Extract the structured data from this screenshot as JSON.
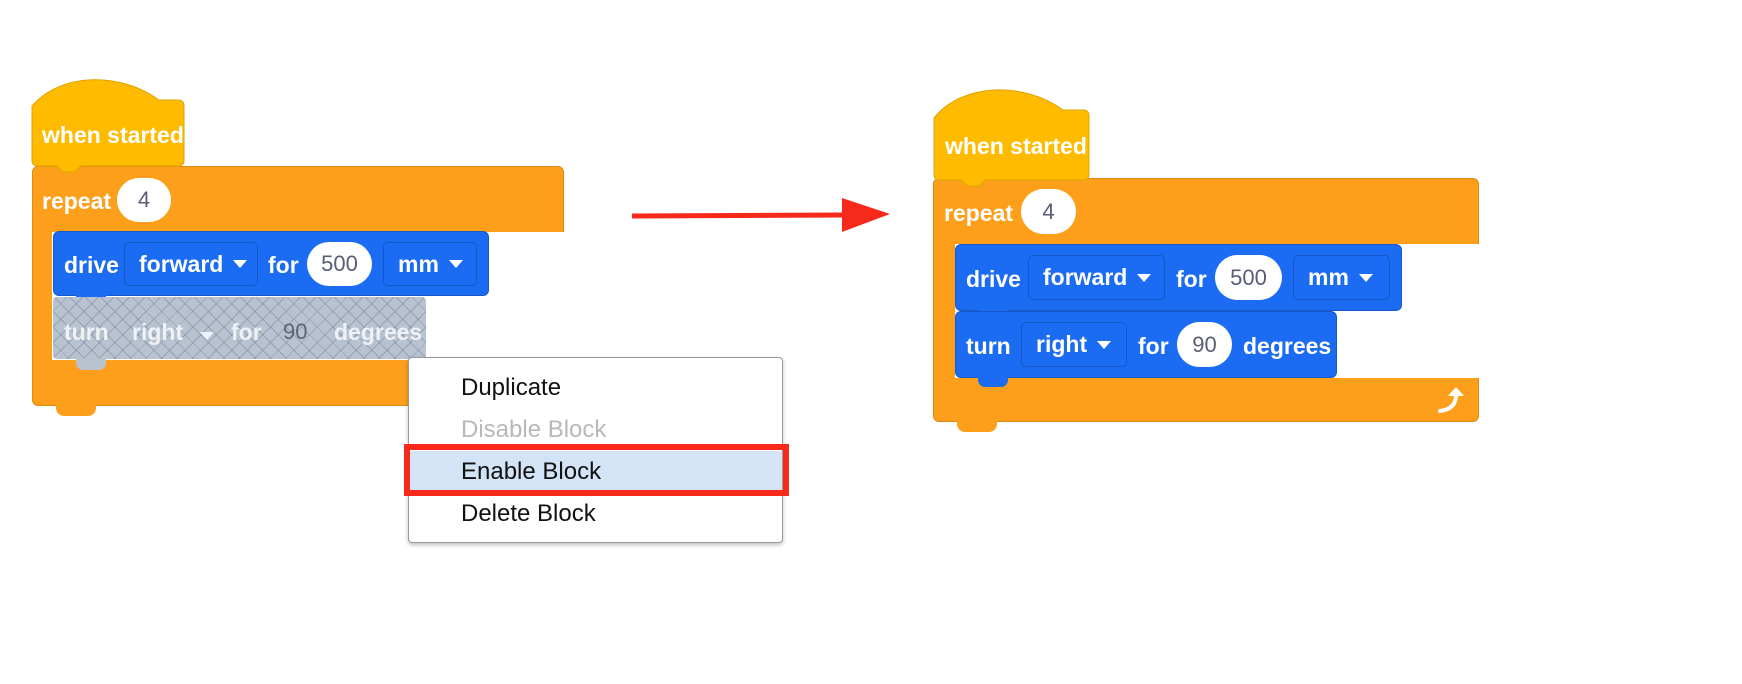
{
  "colors": {
    "event_yellow": "#ffbb00",
    "control_orange": "#fe9f1c",
    "drivetrain_blue": "#1b6cf2",
    "highlight_red": "#f6291a",
    "menu_highlight": "#d2e4f5"
  },
  "before": {
    "hat_label": "when started",
    "repeat_label": "repeat",
    "repeat_count": "4",
    "drive": {
      "label": "drive",
      "direction": "forward",
      "for_label": "for",
      "distance": "500",
      "unit": "mm"
    },
    "turn": {
      "label": "turn",
      "direction": "right",
      "for_label": "for",
      "angle": "90",
      "unit": "degrees",
      "state": "disabled"
    }
  },
  "context_menu": {
    "items": [
      {
        "label": "Duplicate",
        "enabled": true
      },
      {
        "label": "Disable Block",
        "enabled": false
      },
      {
        "label": "Enable Block",
        "enabled": true,
        "highlighted": true
      },
      {
        "label": "Delete Block",
        "enabled": true
      }
    ]
  },
  "arrow_icon": "right-arrow-icon",
  "after": {
    "hat_label": "when started",
    "repeat_label": "repeat",
    "repeat_count": "4",
    "drive": {
      "label": "drive",
      "direction": "forward",
      "for_label": "for",
      "distance": "500",
      "unit": "mm"
    },
    "turn": {
      "label": "turn",
      "direction": "right",
      "for_label": "for",
      "angle": "90",
      "unit": "degrees",
      "state": "enabled"
    },
    "loop_end_icon": "loop-arrow-icon"
  }
}
